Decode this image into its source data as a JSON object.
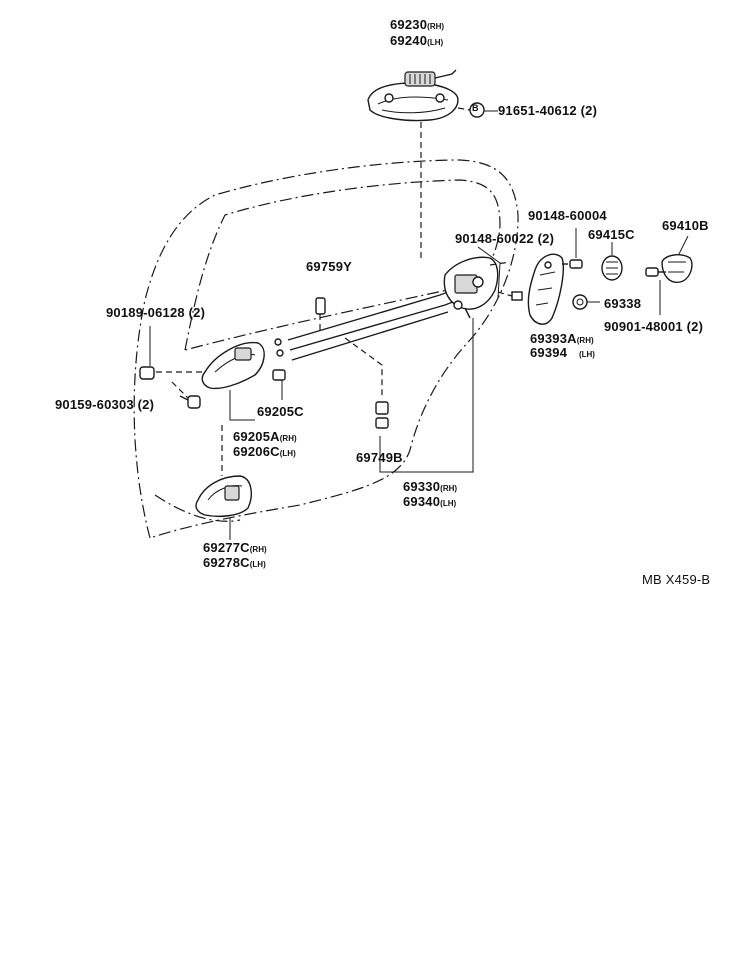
{
  "diagram": {
    "code": "MB X459-B",
    "parts": {
      "p69230": {
        "number": "69230",
        "side": "(RH)"
      },
      "p69240": {
        "number": "69240",
        "side": "(LH)"
      },
      "p91651": {
        "marker": "B",
        "number": "91651-40612 (2)"
      },
      "p90148a": {
        "number": "90148-60004"
      },
      "p69410": {
        "number": "69410B"
      },
      "p90148b": {
        "number": "90148-60022 (2)"
      },
      "p69415": {
        "number": "69415C"
      },
      "p69759": {
        "number": "69759Y"
      },
      "p69338": {
        "number": "69338"
      },
      "p90901": {
        "number": "90901-48001 (2)"
      },
      "p90189": {
        "number": "90189-06128 (2)"
      },
      "p69393": {
        "number": "69393A",
        "side": "(RH)"
      },
      "p69394": {
        "number": "69394",
        "side": "(LH)"
      },
      "p90159": {
        "number": "90159-60303 (2)"
      },
      "p69205c": {
        "number": "69205C"
      },
      "p69205a": {
        "number": "69205A",
        "side": "(RH)"
      },
      "p69206": {
        "number": "69206C",
        "side": "(LH)"
      },
      "p69749": {
        "number": "69749B"
      },
      "p69330": {
        "number": "69330",
        "side": "(RH)"
      },
      "p69340": {
        "number": "69340",
        "side": "(LH)"
      },
      "p69277": {
        "number": "69277C",
        "side": "(RH)"
      },
      "p69278": {
        "number": "69278C",
        "side": "(LH)"
      }
    }
  }
}
